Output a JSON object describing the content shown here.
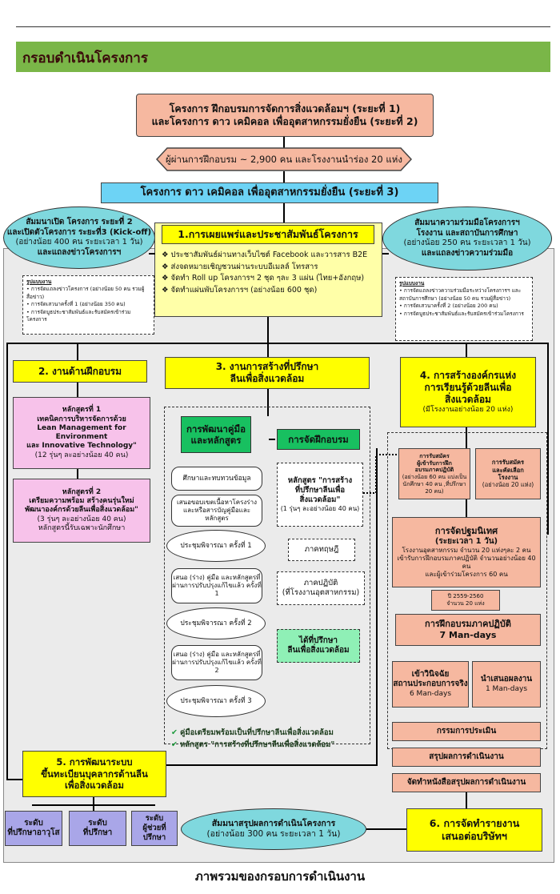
{
  "header": {
    "title": "กรอบดำเนินโครงการ"
  },
  "top_box": {
    "line1": "โครงการ ฝึกอบรมการจัดการสิ่งแวดล้อมฯ (ระยะที่ 1)",
    "line2": "และโครงการ ดาว เคมิคอล เพื่ออุตสาหกรรมยั่งยืน (ระยะที่ 2)"
  },
  "participants": "ผู้ผ่านการฝึกอบรม ~ 2,900 คน และโรงงานนำร่อง 20 แห่ง",
  "phase3": "โครงการ ดาว เคมิคอล เพื่ออุตสาหกรรมยั่งยืน (ระยะที่ 3)",
  "left_oval": {
    "line1": "สัมมนาเปิด โครงการ ระยะที่ 2",
    "line2": "และเปิดตัวโครงการ ระยะที่3 (Kick-off)",
    "line3": "(อย่างน้อย 400 คน ระยะเวลา 1 วัน)",
    "line4": "และแถลงข่าวโครงการฯ"
  },
  "right_oval": {
    "line1": "สัมมนาความร่วมมือโครงการฯ",
    "line2": "โรงงาน และสถาบันการศึกษา",
    "line3": "(อย่างน้อย 250 คน ระยะเวลา 1 วัน)",
    "line4": "และแถลงข่าวความร่วมมือ"
  },
  "box1": {
    "title": "1.การเผยแพร่และประชาสัมพันธ์โครงการ",
    "items": [
      "ประชาสัมพันธ์ผ่านทางเว็บไซต์ Facebook และวารสาร B2E",
      "ส่งจดหมายเชิญชวนผ่านระบบอีเมลล์ โทรสาร",
      "จัดทำ Roll up โครงการฯ 2 ชุด ๆละ 3 แผ่น (ไทย+อังกฤษ)",
      "จัดทำแผ่นพับโครงการฯ (อย่างน้อย 600 ชุด)"
    ]
  },
  "left_format": {
    "title": "รูปแบบงาน",
    "items": [
      "การจัดแถลงข่าวโครงการ (อย่างน้อย 50 คน รวมผู้สื่อข่าว)",
      "การจัดเสวนาครั้งที่ 1 (อย่างน้อย 350 คน)",
      "การจัดบูธประชาสัมพันธ์และรับสมัครเข้าร่วมโครงการ"
    ]
  },
  "right_format": {
    "title": "รูปแบบงาน",
    "items": [
      "การจัดแถลงข่าวความร่วมมือระหว่างโครงการฯ และสถาบันการศึกษา (อย่างน้อย 50 คน รวมผู้สื่อข่าว)",
      "การจัดเสวนาครั้งที่ 2 (อย่างน้อย 200 คน)",
      "การจัดบูธประชาสัมพันธ์และรับสมัครเข้าร่วมโครงการ"
    ]
  },
  "box2": {
    "title": "2. งานด้านฝึกอบรม"
  },
  "course1": {
    "l1": "หลักสูตรที่ 1",
    "l2": "เทคนิคการบริหารจัดการด้วย",
    "l3": "Lean Management for Environment",
    "l4": "และ Innovative Technology\"",
    "l5": "(12 รุ่นๆ ละอย่างน้อย 40 คน)"
  },
  "course2": {
    "l1": "หลักสูตรที่ 2",
    "l2": "เตรียมความพร้อม สร้างคนรุ่นใหม่",
    "l3": "พัฒนาองค์กรด้วยลีนเพื่อสิ่งแวดล้อม\"",
    "l4": "(3 รุ่นๆ ละอย่างน้อย 40 คน)",
    "l5": "หลักสูตรนี้รับเฉพาะนักศึกษา"
  },
  "box3": {
    "l1": "3. งานการสร้างที่ปรึกษา",
    "l2": "ลีนเพื่อสิ่งแวดล้อม"
  },
  "dev_manual": {
    "l1": "การพัฒนาคู่มือ",
    "l2": "และหลักสูตร"
  },
  "training": "การจัดฝึกอบรม",
  "dev_steps": [
    "ศึกษาและทบทวนข้อมูล",
    "เสนอขอบเขตเนื้อหาโครงร่างและหรือสารบัญคู่มือและหลักสูตร",
    "ประชุมพิจารณา ครั้งที่ 1",
    "เสนอ (ร่าง) คู่มือ และหลักสูตรที่ผ่านการปรับปรุงแก้ไขแล้ว ครั้งที่ 1",
    "ประชุมพิจารณา ครั้งที่ 2",
    "เสนอ (ร่าง) คู่มือ และหลักสูตรที่ผ่านการปรับปรุงแก้ไขแล้ว ครั้งที่ 2",
    "ประชุมพิจารณา ครั้งที่ 3"
  ],
  "course_consult": {
    "l1": "หลักสูตร \"การสร้าง",
    "l2": "ที่ปรึกษาลีนเพื่อ",
    "l3": "สิ่งแวดล้อม\"",
    "l4": "(1 รุ่นๆ ละอย่างน้อย 40 คน)"
  },
  "theory": "ภาคทฤษฎี",
  "practice": {
    "l1": "ภาคปฏิบัติ",
    "l2": "(ที่โรงงานอุตสาหกรรม)"
  },
  "get_consult": {
    "l1": "ได้ที่ปรึกษา",
    "l2": "ลีนเพื่อสิ่งแวดล้อม"
  },
  "checks": [
    "คู่มือเตรียมพร้อมเป็นที่ปรึกษาลีนเพื่อสิ่งแวดล้อม",
    "หลักสูตร \"การสร้างที่ปรึกษาลีนเพื่อสิ่งแวดล้อม\""
  ],
  "box4": {
    "l1": "4. การสร้างองค์กรแห่ง",
    "l2": "การเรียนรู้ด้วยลีนเพื่อ",
    "l3": "สิ่งแวดล้อม",
    "l4": "(มีโรงงานอย่างน้อย 20 แห่ง)"
  },
  "recruit1": {
    "l1": "การรับสมัคร",
    "l2": "ผู้เข้ารับการฝึก",
    "l3": "อบรมภาคปฏิบัติ",
    "l4": "(อย่างน้อย 60 คน แบ่งเป็น",
    "l5": "นักศึกษา 40 คน ,ที่ปรึกษา 20 คน)"
  },
  "recruit2": {
    "l1": "การรับสมัคร",
    "l2": "และคัดเลือก",
    "l3": "โรงงาน",
    "l4": "(อย่างน้อย 20 แห่ง)"
  },
  "orientation": {
    "l1": "การจัดปฐมนิเทศ",
    "l2": "(ระยะเวลา 1 วัน)",
    "l3": "โรงงานอุตสาหกรรม จำนวน 20 แห่งๆละ 2 คน",
    "l4": "เข้ารับการฝึกอบรมภาคปฏิบัติ จำนวนอย่างน้อย 40 คน",
    "l5": "และผู้เข้าร่วมโครงการ 60 คน"
  },
  "year_box": {
    "l1": "ปี 2559-2560",
    "l2": "จำนวน 20 แห่ง"
  },
  "practical": {
    "l1": "การฝึกอบรมภาคปฏิบัติ",
    "l2": "7 Man-days"
  },
  "diagnose": {
    "l1": "เข้าวินิจฉัย",
    "l2": "สถานประกอบการจริง",
    "l3": "6 Man-days"
  },
  "present": {
    "l1": "นำเสนอผลงาน",
    "l2": "1 Man-days"
  },
  "eval": "กรรมการประเมิน",
  "summary": "สรุปผลการดำเนินงาน",
  "booklet": "จัดทำหนังสือสรุปผลการดำเนินงาน",
  "box5": {
    "l1": "5. การพัฒนาระบบ",
    "l2": "ขึ้นทะเบียนบุคลากรด้านลีน",
    "l3": "เพื่อสิ่งแวดล้อม"
  },
  "levels": [
    {
      "l1": "ระดับ",
      "l2": "ที่ปรึกษาอาวุโส"
    },
    {
      "l1": "ระดับ",
      "l2": "ที่ปรึกษา"
    },
    {
      "l1": "ระดับ",
      "l2": "ผู้ช่วยที่ปรึกษา"
    }
  ],
  "final_oval": {
    "l1": "สัมมนาสรุปผลการดำเนินโครงการ",
    "l2": "(อย่างน้อย 300 คน ระยะเวลา 1 วัน)"
  },
  "box6": {
    "l1": "6. การจัดทำรายงาน",
    "l2": "เสนอต่อบริษัทฯ"
  },
  "caption": "ภาพรวมของกรอบการดำเนินงาน"
}
